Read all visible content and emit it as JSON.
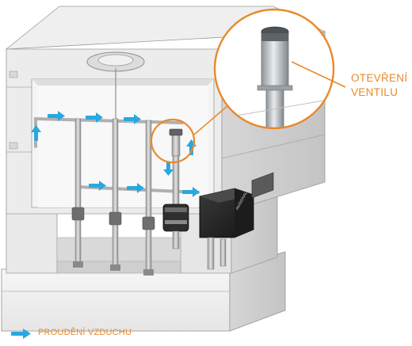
{
  "callout": {
    "line1": "OTEVŘENÍ",
    "line2": "VENTILU"
  },
  "legend": {
    "label": "PROUDĚNÍ VZDUCHU",
    "arrow_icon": "arrow-right-icon"
  },
  "colors": {
    "accent": "#e8892b",
    "flow": "#29a8e0",
    "mold_light": "#f2f2f2",
    "mold_mid": "#dcdcdc",
    "mold_dark": "#bfbfbf",
    "outline": "#8c8c8c"
  }
}
